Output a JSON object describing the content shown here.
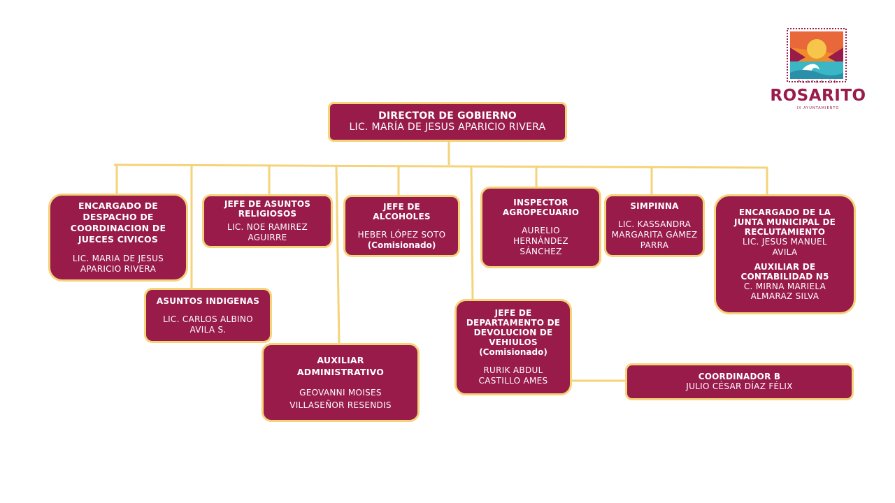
{
  "logo": {
    "top_text": "PLAYAS DE",
    "name": "ROSARITO",
    "sub_text": "IX AYUNTAMIENTO"
  },
  "director": {
    "title": "DIRECTOR DE GOBIERNO",
    "name": "LIC. MARÍA DE JESUS APARICIO RIVERA"
  },
  "jueces": {
    "title": "ENCARGADO DE DESPACHO DE COORDINACION DE JUECES CIVICOS",
    "name": "LIC. MARIA DE JESUS APARICIO RIVERA"
  },
  "indigenas": {
    "title": "ASUNTOS INDIGENAS",
    "name": "LIC. CARLOS ALBINO AVILA S."
  },
  "religiosos": {
    "title": "JEFE DE ASUNTOS RELIGIOSOS",
    "name": "LIC. NOE RAMIREZ AGUIRRE"
  },
  "auxiliar": {
    "title": "AUXILIAR ADMINISTRATIVO",
    "name": "GEOVANNI MOISES VILLASEÑOR RESENDIS"
  },
  "alcoholes": {
    "title": "JEFE DE ALCOHOLES",
    "name": "HEBER LÓPEZ SOTO",
    "note": "(Comisionado)"
  },
  "devolucion": {
    "title": "JEFE DE DEPARTAMENTO DE DEVOLUCION DE VEHIULOS",
    "note": "(Comisionado)",
    "name": "RURIK ABDUL CASTILLO AMES"
  },
  "inspector": {
    "title": "INSPECTOR AGROPECUARIO",
    "name": "AURELIO HERNÁNDEZ SÁNCHEZ"
  },
  "simpinna": {
    "title": "SIMPINNA",
    "name": "LIC. KASSANDRA MARGARITA GÁMEZ PARRA"
  },
  "junta": {
    "title": "ENCARGADO DE LA JUNTA MUNICIPAL DE RECLUTAMIENTO",
    "name": "LIC. JESUS MANUEL AVILA",
    "title2": "AUXILIAR DE CONTABILIDAD N5",
    "name2": "C. MIRNA MARIELA ALMARAZ SILVA"
  },
  "coordinador": {
    "title": "COORDINADOR B",
    "name": "JULIO CÉSAR DÍAZ FÉLIX"
  },
  "colors": {
    "box": "#981b4a",
    "border": "#f4d37a",
    "line": "#f4d37a"
  }
}
